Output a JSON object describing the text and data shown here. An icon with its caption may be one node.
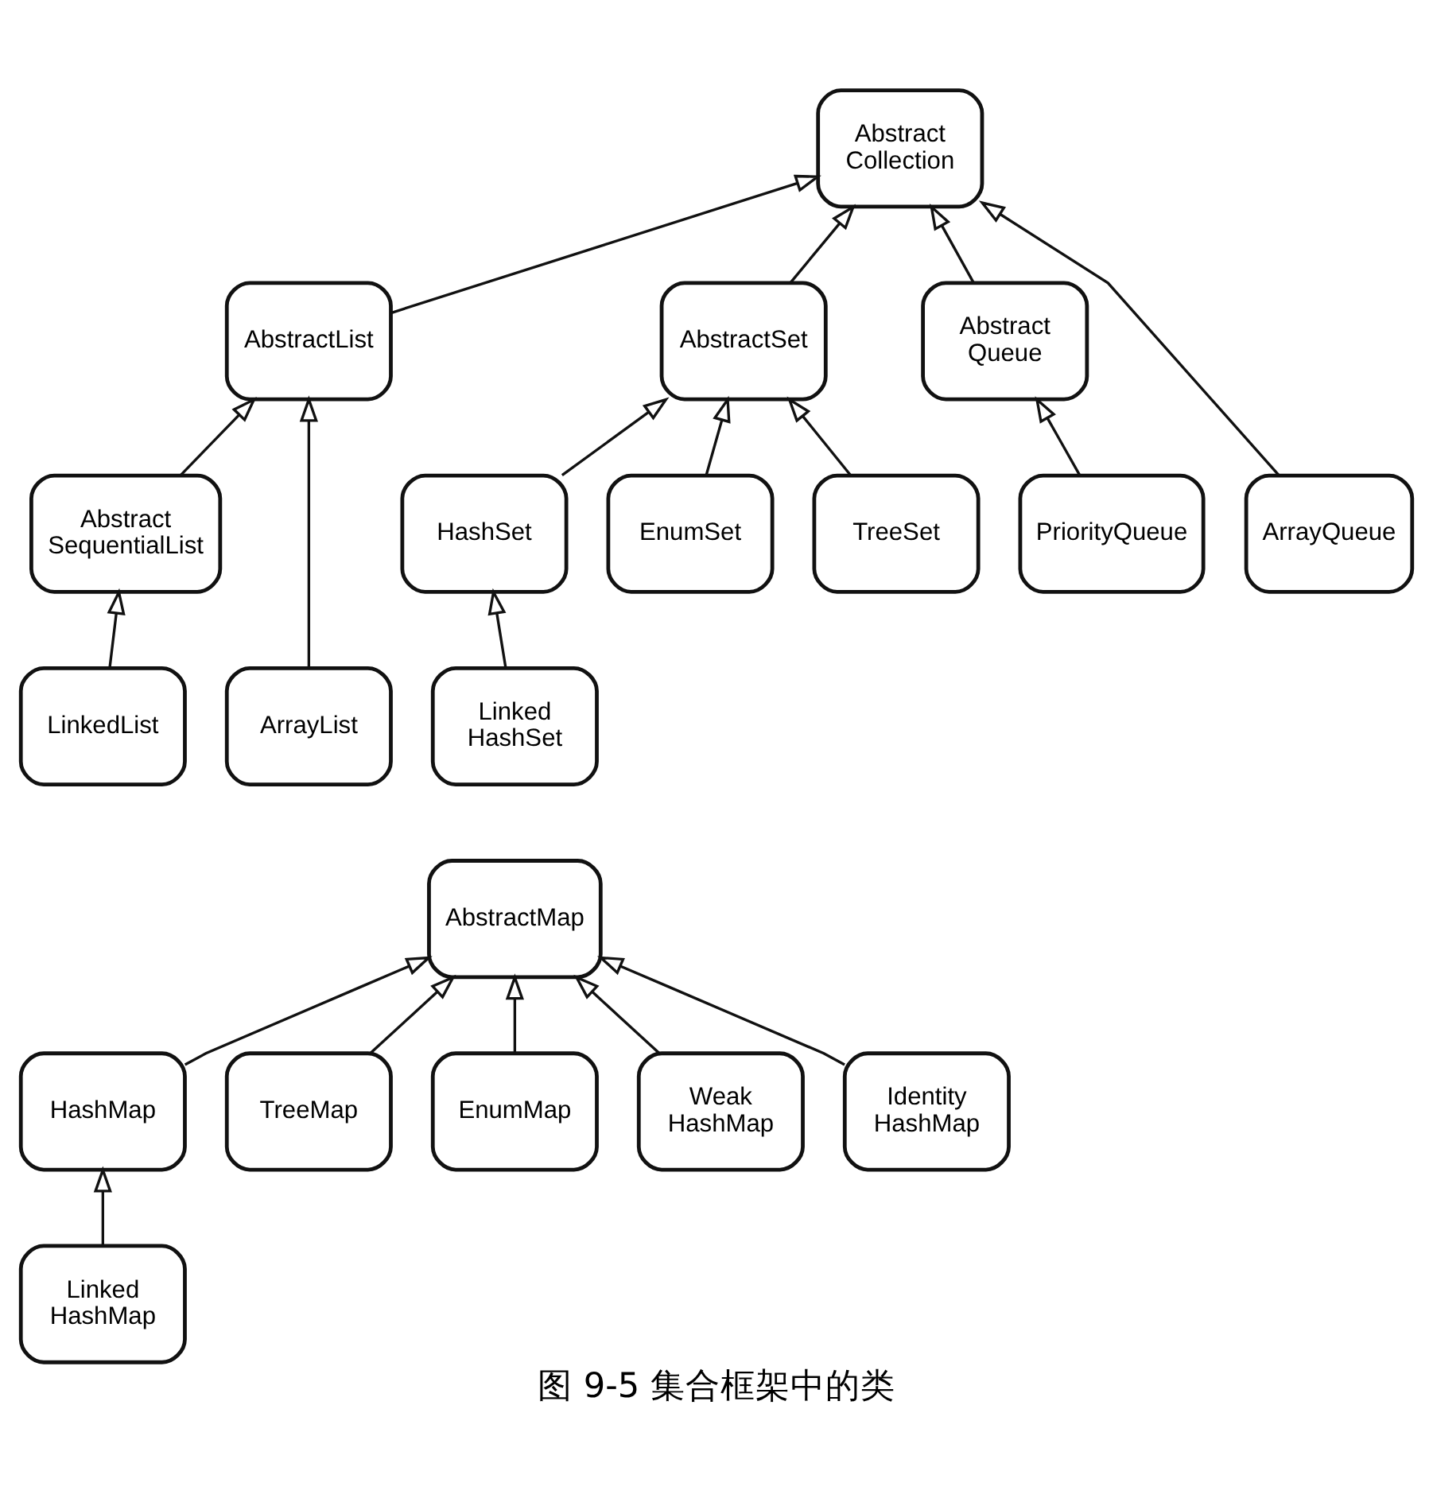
{
  "diagram": {
    "caption": "图 9-5 集合框架中的类",
    "nodes": [
      {
        "text": [
          "Abstract Collection"
        ]
      },
      {
        "text": [
          "AbstractList"
        ]
      },
      {
        "text": [
          "AbstractSet"
        ]
      },
      {
        "text": [
          "Abstract Queue"
        ]
      },
      {
        "text": [
          "Abstract SequentialList"
        ]
      },
      {
        "text": [
          "HashSet"
        ]
      },
      {
        "text": [
          "EnumSet"
        ]
      },
      {
        "text": [
          "TreeSet"
        ]
      },
      {
        "text": [
          "PriorityQueue"
        ]
      },
      {
        "text": [
          "ArrayQueue"
        ]
      },
      {
        "text": [
          "LinkedList"
        ]
      },
      {
        "text": [
          "ArrayList"
        ]
      },
      {
        "text": [
          "Linked HashSet"
        ]
      },
      {
        "text": [
          "AbstractMap"
        ]
      },
      {
        "text": [
          "HashMap"
        ]
      },
      {
        "text": [
          "TreeMap"
        ]
      },
      {
        "text": [
          "EnumMap"
        ]
      },
      {
        "text": [
          "Weak HashMap"
        ]
      },
      {
        "text": [
          "Identity HashMap"
        ]
      },
      {
        "text": [
          "Linked HashMap"
        ]
      }
    ],
    "edges": [
      {
        "from": 1,
        "to": 0,
        "arrow": "to"
      },
      {
        "from": 2,
        "to": 0,
        "arrow": "to"
      },
      {
        "from": 3,
        "to": 0,
        "arrow": "to"
      },
      {
        "from": 9,
        "to": 0,
        "arrow": "to"
      },
      {
        "from": 4,
        "to": 1,
        "arrow": "to"
      },
      {
        "from": 11,
        "to": 1,
        "arrow": "to"
      },
      {
        "from": 5,
        "to": 2,
        "arrow": "to"
      },
      {
        "from": 6,
        "to": 2,
        "arrow": "to"
      },
      {
        "from": 7,
        "to": 2,
        "arrow": "to"
      },
      {
        "from": 8,
        "to": 3,
        "arrow": "to"
      },
      {
        "from": 10,
        "to": 4,
        "arrow": "to"
      },
      {
        "from": 12,
        "to": 5,
        "arrow": "to"
      },
      {
        "from": 14,
        "to": 13,
        "arrow": "to"
      },
      {
        "from": 15,
        "to": 13,
        "arrow": "to"
      },
      {
        "from": 16,
        "to": 13,
        "arrow": "to"
      },
      {
        "from": 17,
        "to": 13,
        "arrow": "to"
      },
      {
        "from": 18,
        "to": 13,
        "arrow": "to"
      },
      {
        "from": 19,
        "to": 14,
        "arrow": "to"
      }
    ]
  }
}
